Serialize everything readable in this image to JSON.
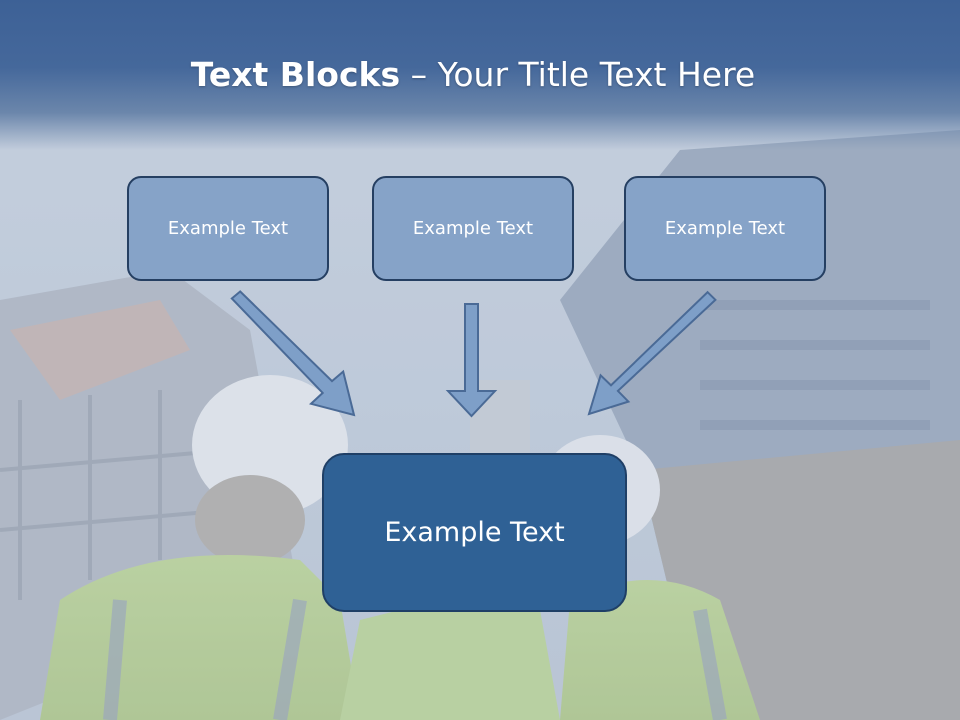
{
  "slide": {
    "title_bold": "Text Blocks",
    "title_sep": " – ",
    "title_rest": "Your Title Text Here"
  },
  "blocks": {
    "top": [
      {
        "label": "Example Text"
      },
      {
        "label": "Example Text"
      },
      {
        "label": "Example Text"
      }
    ],
    "center": {
      "label": "Example Text"
    }
  },
  "colors": {
    "title_band": "#3d6196",
    "small_box_fill": "#86a3c8",
    "big_box_fill": "#2f6195",
    "box_border": "#253f62",
    "arrow_fill": "#7e9fc8"
  },
  "icons": [
    "arrow-down-right-icon",
    "arrow-down-icon",
    "arrow-down-left-icon"
  ]
}
